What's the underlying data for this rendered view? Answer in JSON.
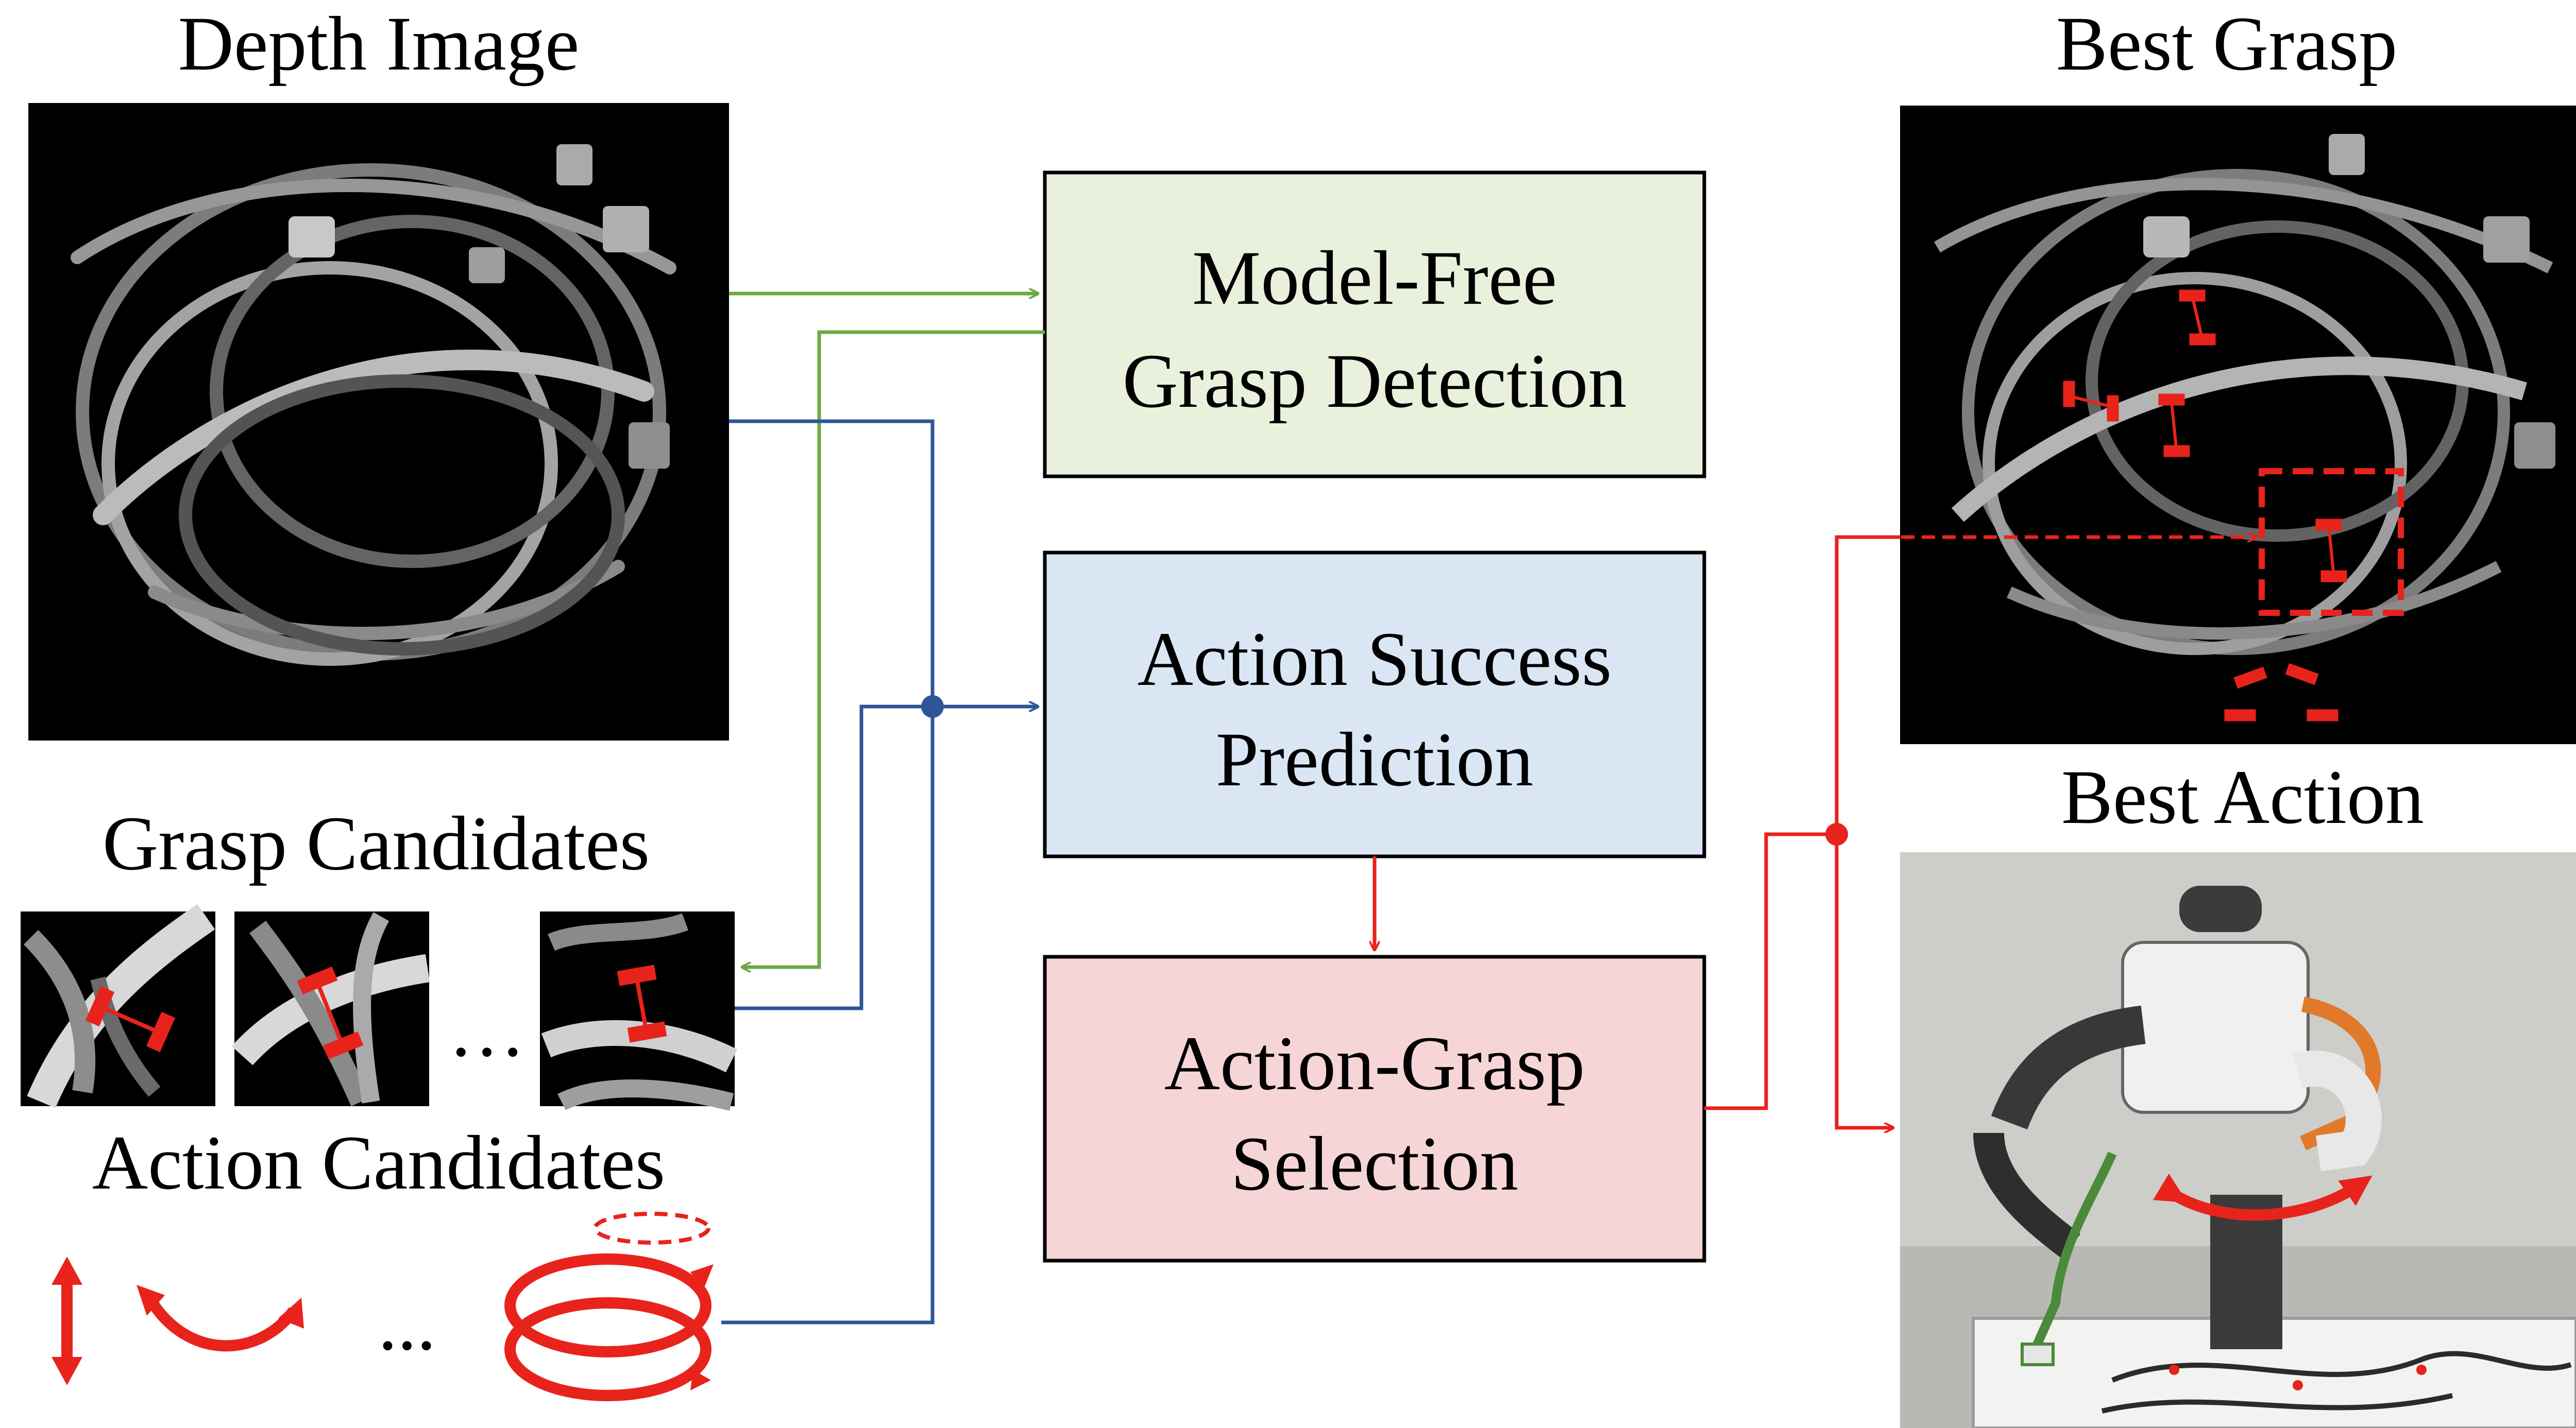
{
  "labels": {
    "depth_image": "Depth Image",
    "grasp_candidates": "Grasp Candidates",
    "action_candidates": "Action Candidates",
    "best_grasp": "Best Grasp",
    "best_action": "Best Action",
    "ellipsis": "…",
    "ellipsis_actions": "..."
  },
  "boxes": {
    "grasp_detection": {
      "line1": "Model-Free",
      "line2": "Grasp Detection",
      "fill": "#e9f0dc"
    },
    "action_success": {
      "line1": "Action Success",
      "line2": "Prediction",
      "fill": "#dbe6f5"
    },
    "action_grasp": {
      "line1": "Action-Grasp",
      "line2": "Selection",
      "fill": "#f6d5d6"
    }
  },
  "colors": {
    "green_arrow": "#6ea944",
    "blue_arrow": "#2d5597",
    "red_arrow": "#e8231c",
    "grasp_mark": "#e8231c"
  }
}
